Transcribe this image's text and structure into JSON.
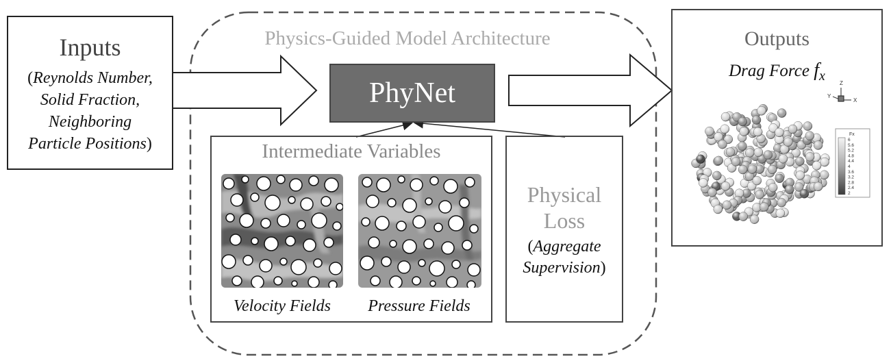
{
  "inputs": {
    "title": "Inputs",
    "open_paren": "(",
    "line1": "Reynolds Number,",
    "line2": "Solid Fraction,",
    "line3": "Neighboring",
    "line4": "Particle Positions",
    "close_paren": ")"
  },
  "architecture": {
    "title": "Physics-Guided Model Architecture",
    "model_name": "PhyNet"
  },
  "intermediate": {
    "title": "Intermediate Variables",
    "velocity_label": "Velocity Fields",
    "pressure_label": "Pressure Fields"
  },
  "physical_loss": {
    "title_line1": "Physical",
    "title_line2": "Loss",
    "open_paren": "(",
    "sub_line1": "Aggregate",
    "sub_line2": "Supervision",
    "close_paren": ")"
  },
  "outputs": {
    "title": "Outputs",
    "subtitle_text": "Drag Force ",
    "subtitle_symbol": "f",
    "subtitle_sub": "x",
    "colorbar": {
      "title": "Fx",
      "ticks": [
        "6",
        "5.6",
        "5.2",
        "4.8",
        "4.4",
        "4",
        "3.6",
        "3.2",
        "2.8",
        "2.4",
        "2"
      ]
    },
    "axis_labels": {
      "z": "Z",
      "y": "Y",
      "x": "X"
    }
  }
}
